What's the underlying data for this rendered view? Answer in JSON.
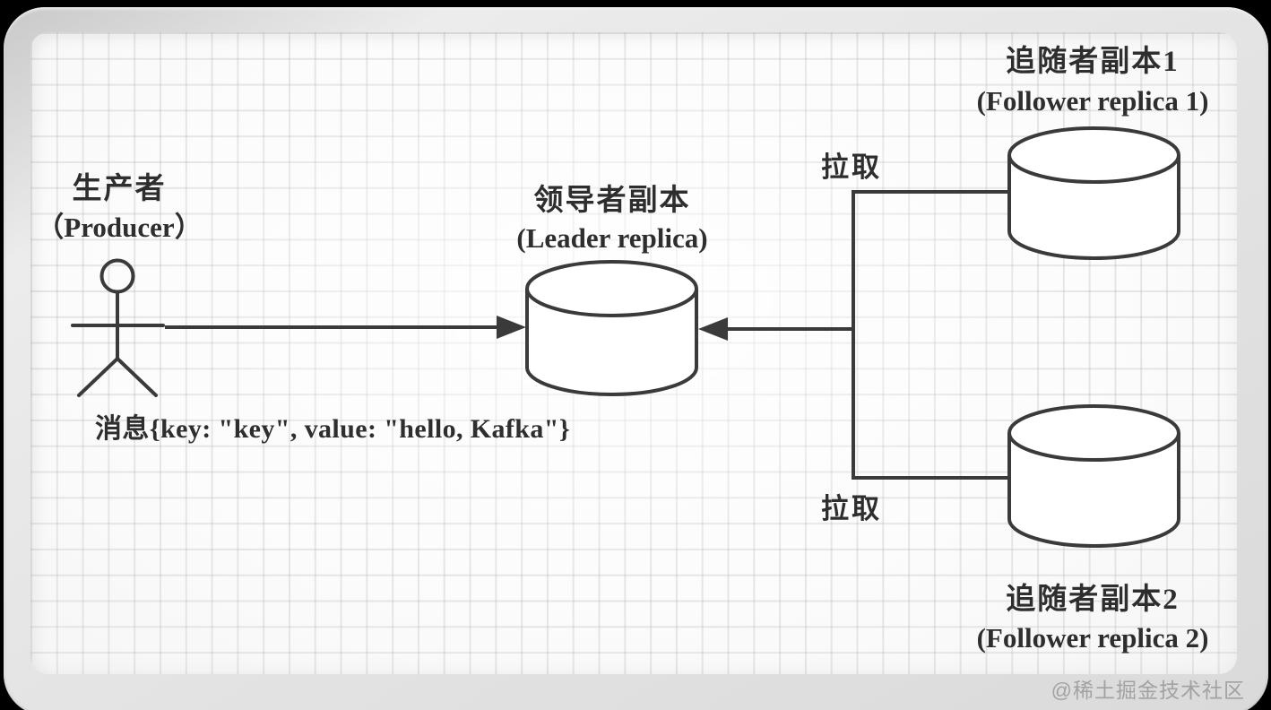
{
  "diagram": {
    "title_context": "Kafka replica pull diagram",
    "producer": {
      "label_zh": "生产者",
      "label_en": "（Producer）"
    },
    "leader": {
      "label_zh": "领导者副本",
      "label_en": "(Leader replica)"
    },
    "follower1": {
      "label_zh": "追随者副本1",
      "label_en": "(Follower replica 1)"
    },
    "follower2": {
      "label_zh": "追随者副本2",
      "label_en": "(Follower replica 2)"
    },
    "message_text": "消息{key: \"key\", value: \"hello, Kafka\"}",
    "pull_label_top": "拉取",
    "pull_label_bottom": "拉取"
  },
  "watermark": {
    "text": "@稀土掘金技术社区"
  },
  "colors": {
    "line": "#3a3a3a",
    "text": "#2e2e2e",
    "watermark": "#a2a2a2",
    "canvas_bg": "#fcfcfc",
    "grid_line": "#b0b0b0",
    "frame_bg": "#e0e0e0",
    "outer_bg": "#000000"
  }
}
